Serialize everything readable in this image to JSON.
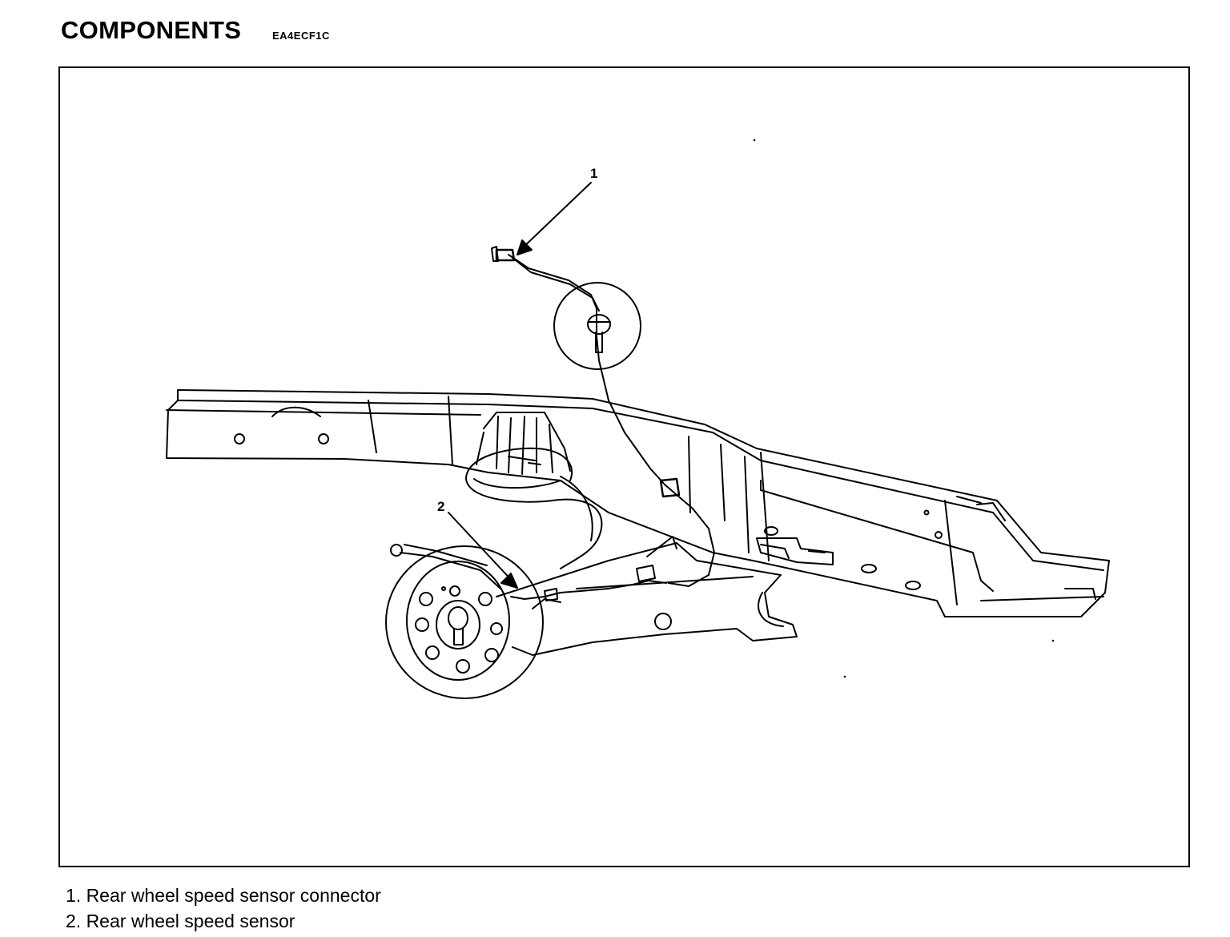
{
  "header": {
    "title": "COMPONENTS",
    "code": "EA4ECF1C"
  },
  "diagram": {
    "callouts": [
      {
        "number": "1"
      },
      {
        "number": "2"
      }
    ]
  },
  "legend": {
    "items": [
      {
        "text": "1. Rear wheel speed sensor connector"
      },
      {
        "text": "2. Rear wheel speed sensor"
      }
    ]
  }
}
